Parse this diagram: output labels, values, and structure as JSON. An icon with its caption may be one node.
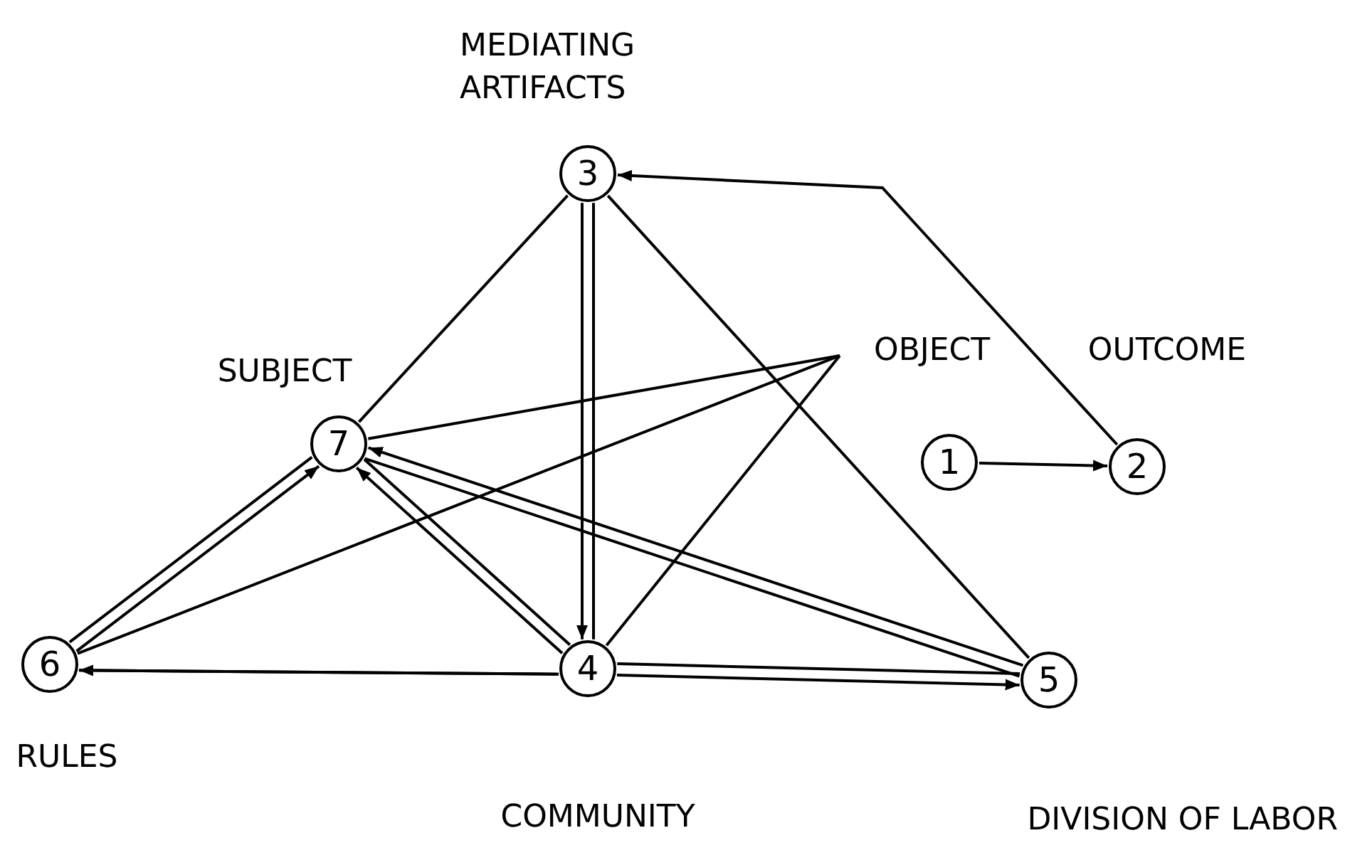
{
  "diagram": {
    "nodes": [
      {
        "text": [
          "3"
        ],
        "beside": [
          "MEDIATING ARTIFACTS"
        ]
      },
      {
        "text": [
          "7"
        ],
        "beside": [
          "SUBJECT"
        ]
      },
      {
        "text": [
          "1"
        ],
        "beside": [
          "OBJECT"
        ]
      },
      {
        "text": [
          "2"
        ],
        "beside": [
          "OUTCOME"
        ]
      },
      {
        "text": [
          "6"
        ],
        "beside": [
          "RULES"
        ]
      },
      {
        "text": [
          "4"
        ],
        "beside": [
          "COMMUNITY"
        ]
      },
      {
        "text": [
          "5"
        ],
        "beside": [
          "DIVISION OF LABOR"
        ]
      }
    ],
    "edges": [
      {
        "from": 2,
        "to": 3,
        "arrow": "to"
      },
      {
        "from": 3,
        "to": 0,
        "arrow": "to"
      },
      {
        "from": 0,
        "to": 1,
        "arrow": "none"
      },
      {
        "from": 0,
        "to": 5,
        "arrow": "to"
      },
      {
        "from": 0,
        "to": 5,
        "arrow": "none"
      },
      {
        "from": 0,
        "to": 6,
        "arrow": "none"
      },
      {
        "from": 4,
        "to": 1,
        "arrow": "to"
      },
      {
        "from": 4,
        "to": 1,
        "arrow": "none"
      },
      {
        "from": 5,
        "to": 1,
        "arrow": "to"
      },
      {
        "from": 5,
        "to": 1,
        "arrow": "none"
      },
      {
        "from": 6,
        "to": 1,
        "arrow": "to"
      },
      {
        "from": 6,
        "to": 1,
        "arrow": "none"
      },
      {
        "from": 5,
        "to": 4,
        "arrow": "to"
      },
      {
        "from": 4,
        "to": 5,
        "arrow": "none"
      },
      {
        "from": 5,
        "to": 6,
        "arrow": "to"
      },
      {
        "from": 5,
        "to": 6,
        "arrow": "none"
      },
      {
        "from": 1,
        "to": null,
        "arrow": "none"
      },
      {
        "from": 4,
        "to": null,
        "arrow": "none"
      },
      {
        "from": 5,
        "to": null,
        "arrow": "none"
      }
    ]
  }
}
